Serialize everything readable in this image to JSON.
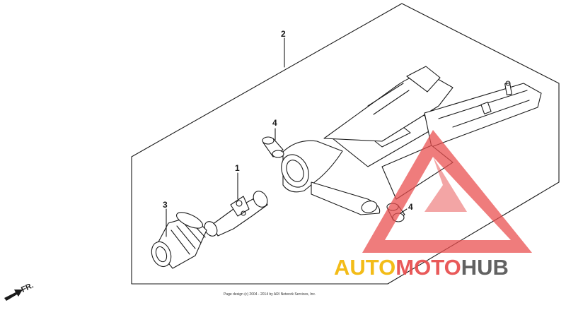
{
  "diagram": {
    "callouts": [
      {
        "id": "2",
        "text": "2"
      },
      {
        "id": "4a",
        "text": "4"
      },
      {
        "id": "1",
        "text": "1"
      },
      {
        "id": "3",
        "text": "3"
      },
      {
        "id": "4b",
        "text": "4"
      }
    ],
    "direction_label": "FR.",
    "copyright": "Page design (c) 2004 - 2014 by ARI Network Services, Inc.",
    "watermark": {
      "part1": "AUTO",
      "part2": "MOTO",
      "part3": "HUB",
      "colors": {
        "triangle": "#e84d4d",
        "auto": "#f2b705",
        "hub": "#555555"
      }
    }
  }
}
